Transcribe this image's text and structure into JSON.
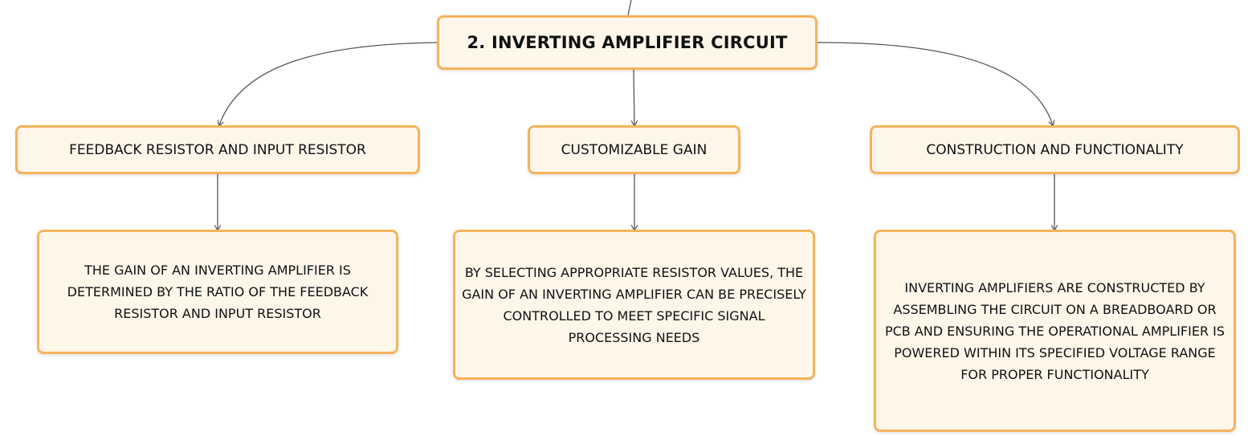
{
  "root": {
    "title": "2. INVERTING AMPLIFIER CIRCUIT"
  },
  "branches": [
    {
      "label": "FEEDBACK RESISTOR AND INPUT RESISTOR",
      "detail": "THE GAIN OF AN INVERTING AMPLIFIER IS DETERMINED BY THE RATIO OF THE FEEDBACK RESISTOR AND INPUT RESISTOR"
    },
    {
      "label": "CUSTOMIZABLE GAIN",
      "detail": "BY SELECTING APPROPRIATE RESISTOR VALUES, THE GAIN OF AN INVERTING AMPLIFIER CAN BE PRECISELY CONTROLLED TO MEET SPECIFIC SIGNAL PROCESSING NEEDS"
    },
    {
      "label": "CONSTRUCTION AND FUNCTIONALITY",
      "detail": "INVERTING AMPLIFIERS ARE CONSTRUCTED BY ASSEMBLING THE CIRCUIT ON A BREADBOARD OR PCB AND ENSURING THE OPERATIONAL AMPLIFIER IS POWERED WITHIN ITS SPECIFIED VOLTAGE RANGE FOR PROPER FUNCTIONALITY"
    }
  ],
  "colors": {
    "node_fill": "#fff6ea",
    "node_border": "#f5b35c",
    "connector": "#555555"
  }
}
